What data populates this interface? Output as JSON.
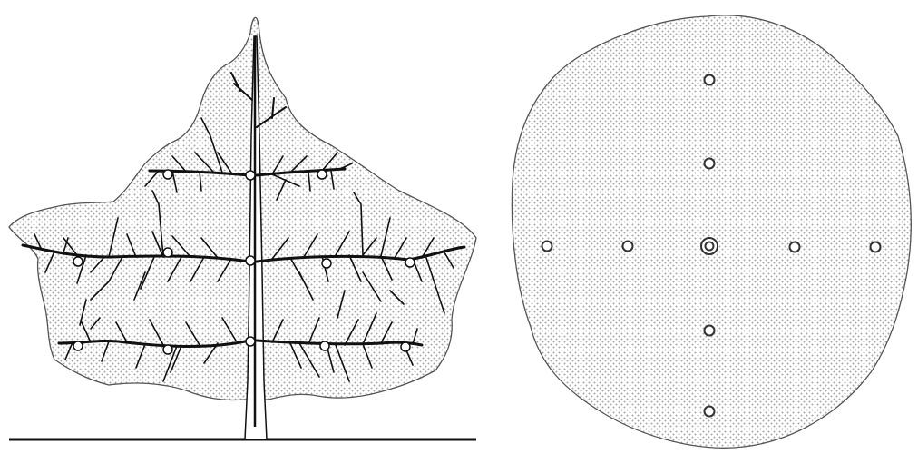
{
  "figure": {
    "left_panel": {
      "view": "side-elevation",
      "subject": "tree",
      "branch_tiers": 3,
      "marked_nodes": 13
    },
    "right_panel": {
      "view": "top-plan",
      "marked_points": 9
    },
    "colors": {
      "ink": "#111111",
      "outline": "#555555",
      "stipple": "#a6a6a6",
      "background": "#ffffff"
    }
  }
}
